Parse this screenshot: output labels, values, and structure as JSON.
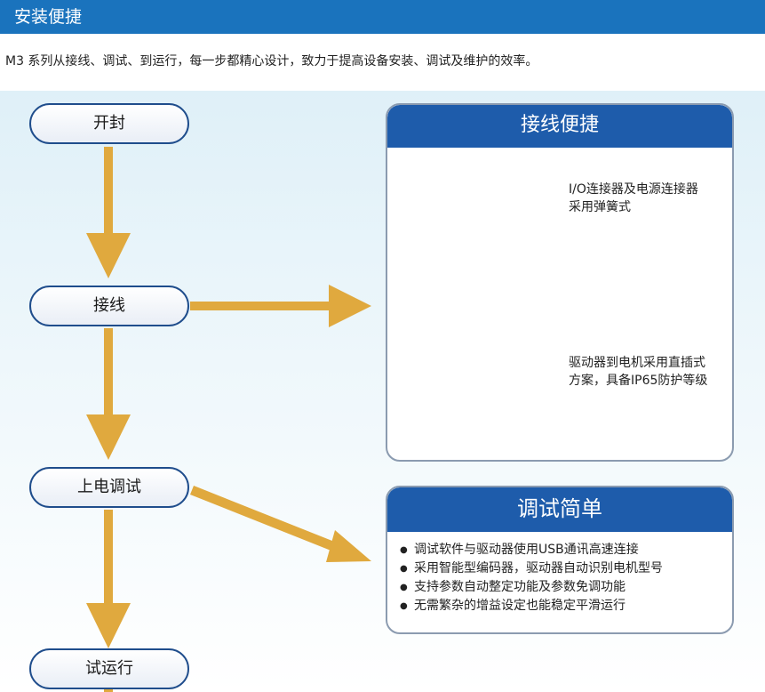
{
  "header": {
    "title": "安装便捷"
  },
  "intro": "M3 系列从接线、调试、到运行，每一步都精心设计，致力于提高设备安装、调试及维护的效率。",
  "flow": {
    "steps": [
      "开封",
      "接线",
      "上电调试",
      "试运行"
    ]
  },
  "wiring_card": {
    "title": "接线便捷",
    "note1": "I/O连接器及电源连接器采用弹簧式",
    "note2": "驱动器到电机采用直插式方案，具备IP65防护等级"
  },
  "debug_card": {
    "title": "调试简单",
    "items": [
      "调试软件与驱动器使用USB通讯高速连接",
      "采用智能型编码器，驱动器自动识别电机型号",
      "支持参数自动整定功能及参数免调功能",
      "无需繁杂的增益设定也能稳定平滑运行"
    ]
  },
  "colors": {
    "header": "#1a73bd",
    "arrow": "#e0a93e",
    "card_head": "#1e5cab"
  }
}
